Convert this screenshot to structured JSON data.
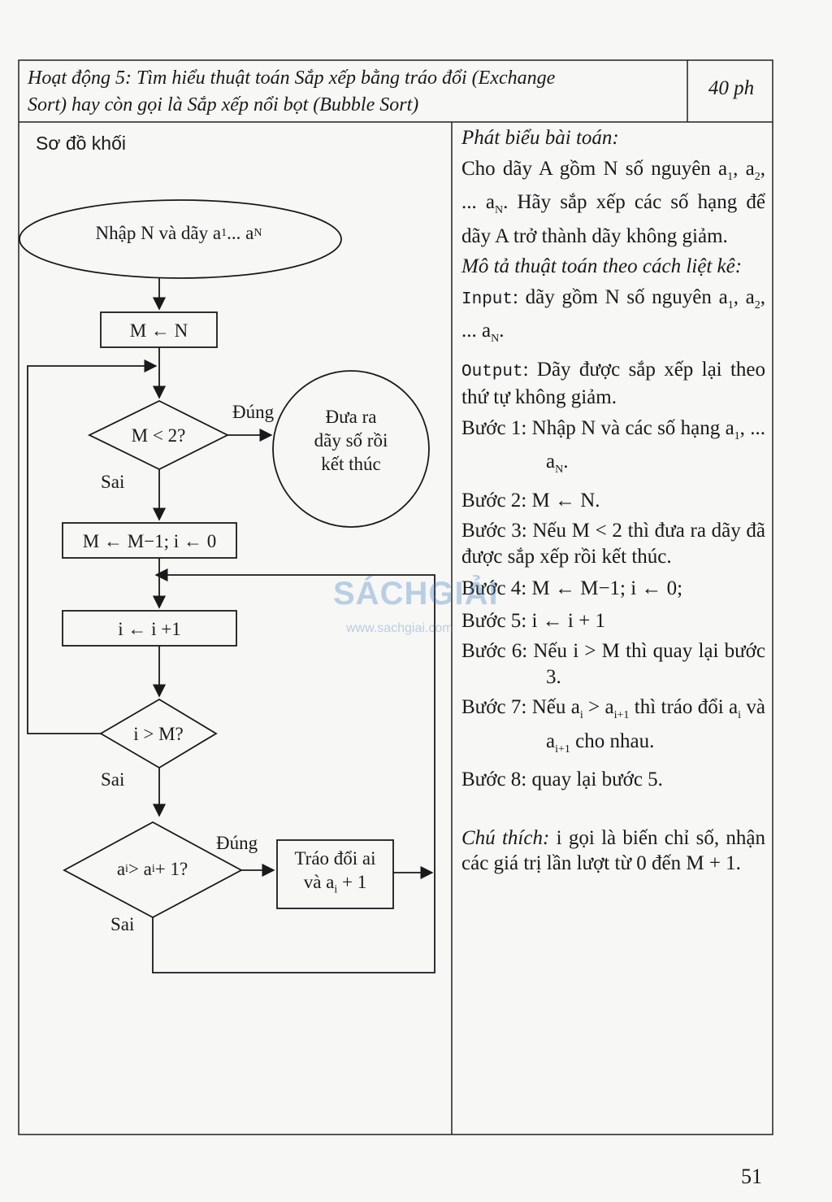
{
  "header": {
    "title_line1": "Hoạt động 5: Tìm hiểu thuật toán Sắp xếp bằng tráo đổi (Exchange",
    "title_line2": "Sort) hay còn gọi là Sắp xếp nổi bọt (Bubble Sort)",
    "duration": "40 ph"
  },
  "left_cell": {
    "label": "Sơ đồ khối",
    "flowchart": {
      "start": {
        "text": "Nhập N và dãy a",
        "sub1": "1",
        "mid": " ... a",
        "sub2": "N"
      },
      "assign_m": "M ← N",
      "cond_m": "M < 2?",
      "end_line1": "Đưa ra",
      "end_line2": "dãy số rồi",
      "end_line3": "kết thúc",
      "yes1": "Đúng",
      "no1": "Sai",
      "assign_mi": "M ← M−1; i ← 0",
      "inc_i": "i ← i +1",
      "cond_i": "i > M?",
      "no2": "Sai",
      "cond_a_pre": "a",
      "cond_a_sub": "i",
      "cond_a_mid": " > a",
      "cond_a_sub2": "i",
      "cond_a_post": " + 1?",
      "yes3": "Đúng",
      "swap_line1": "Tráo đổi ai",
      "swap_line2_pre": "và a",
      "swap_line2_sub": "i",
      "swap_line2_post": " + 1",
      "no3": "Sai"
    }
  },
  "right_cell": {
    "problem_heading": "Phát biểu bài toán:",
    "problem_p1_a": "Cho dãy A gồm N số nguyên a",
    "problem_p1_s1": "1",
    "problem_p1_b": ", a",
    "problem_p1_s2": "2",
    "problem_p1_c": ", ... a",
    "problem_p1_s3": "N",
    "problem_p1_d": ". Hãy sắp xếp các số hạng để dãy A trở thành dãy không giảm.",
    "algo_heading": "Mô tả thuật toán theo cách liệt kê:",
    "input_kw": "Input",
    "input_text_a": ": dãy gồm N số nguyên a",
    "input_s1": "1",
    "input_text_b": ", a",
    "input_s2": "2",
    "input_text_c": ", ... a",
    "input_s3": "N",
    "input_text_d": ".",
    "output_kw": "Output",
    "output_text": ": Dãy được sắp xếp lại theo thứ tự không giảm.",
    "step1_a": "Bước 1: Nhập N và các số hạng a",
    "step1_s1": "1",
    "step1_b": ", ... a",
    "step1_s2": "N",
    "step1_c": ".",
    "step2": "Bước 2: M ← N.",
    "step3": "Bước 3: Nếu M < 2 thì đưa ra dãy đã được sắp xếp rồi kết thúc.",
    "step4": "Bước 4: M ← M−1; i ← 0;",
    "step5": "Bước 5: i ← i + 1",
    "step6": "Bước 6: Nếu i > M thì quay lại bước 3.",
    "step7_a": "Bước 7: Nếu a",
    "step7_s1": "i",
    "step7_b": " > a",
    "step7_s2": "i+1",
    "step7_c": " thì tráo đổi a",
    "step7_s3": "i",
    "step7_d": " và a",
    "step7_s4": "i+1",
    "step7_e": " cho nhau.",
    "step8": "Bước 8: quay lại bước 5.",
    "note_heading": "Chú thích:",
    "note_text": " i gọi là biến chỉ số, nhận các giá trị lần lượt từ 0 đến M + 1."
  },
  "watermark": {
    "brand": "SÁCHGIẢI",
    "url": "www.sachgiai.com"
  },
  "page_number": "51"
}
